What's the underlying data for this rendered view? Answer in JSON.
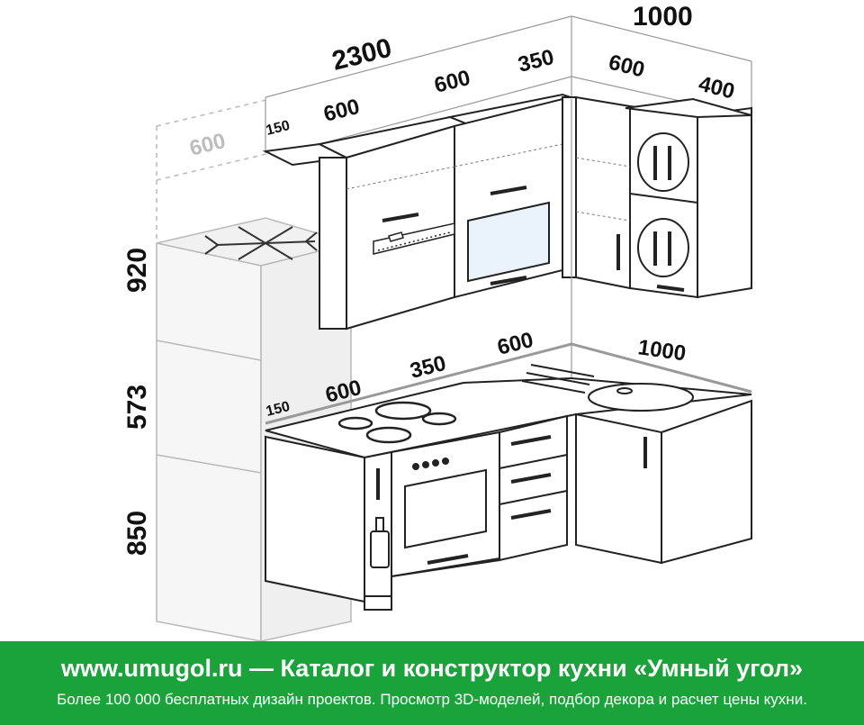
{
  "dimensions": {
    "total_left_width": "2300",
    "total_right_width": "1000",
    "upper": {
      "filler": "150",
      "left_600": "600",
      "mid_600": "600",
      "corner_350": "350",
      "right_600": "600",
      "right_400": "400",
      "ghost_600": "600"
    },
    "lower": {
      "filler": "150",
      "left_600": "600",
      "mid_350": "350",
      "mid_600": "600",
      "right_1000": "1000"
    },
    "heights": {
      "upper": "920",
      "middle": "573",
      "lower": "850"
    }
  },
  "footer": {
    "title": "www.umugol.ru — Каталог и конструктор кухни «Умный угол»",
    "subtitle": "Более 100 000 бесплатных дизайн проектов. Просмотр 3D-моделей, подбор декора и расчет цены кухни."
  }
}
